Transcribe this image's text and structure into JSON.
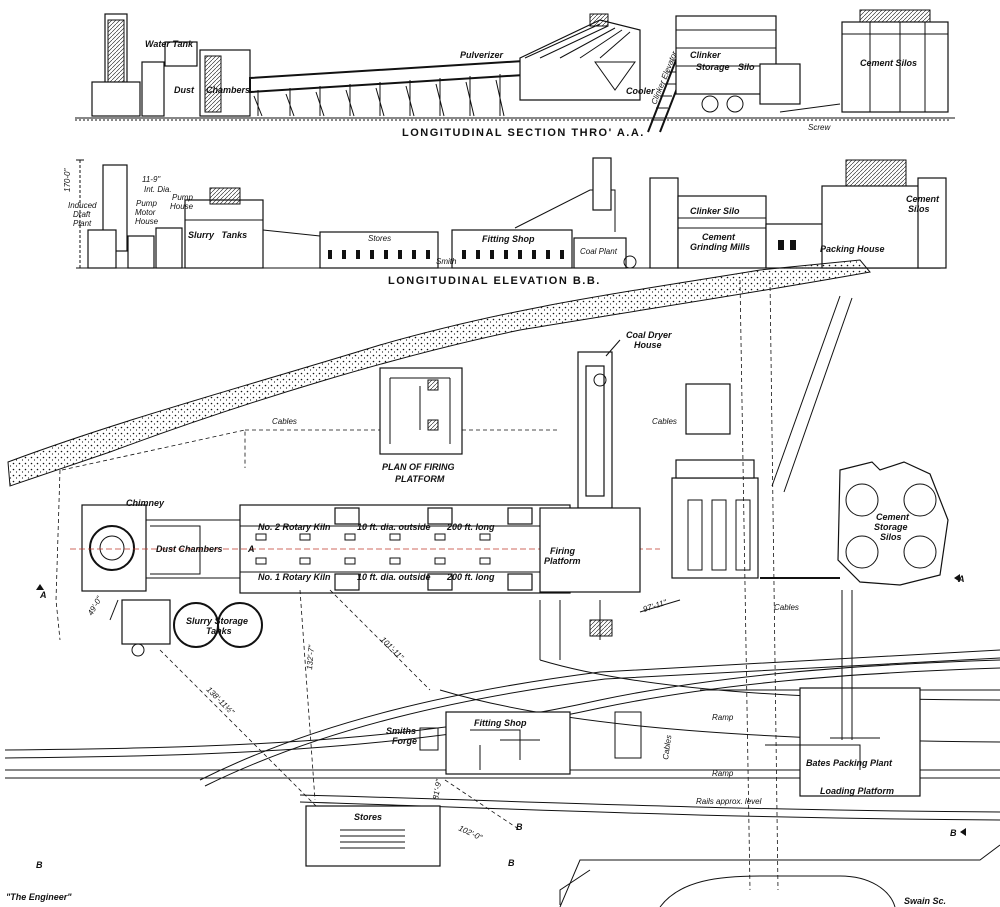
{
  "sections": {
    "longitudinal_section": {
      "title": "LONGITUDINAL SECTION THRO' A.A.",
      "labels": {
        "water_tank": "Water Tank",
        "dust_chambers_a": "Dust",
        "dust_chambers_b": "Chambers",
        "pulverizer": "Pulverizer",
        "cooler": "Cooler",
        "clinker_elevator": "Clinker Elevator",
        "clinker_storage": "Clinker",
        "clinker_storage_b": "Storage",
        "silo": "Silo",
        "cement_silos": "Cement Silos",
        "screw": "Screw"
      }
    },
    "longitudinal_elevation": {
      "title": "LONGITUDINAL ELEVATION B.B.",
      "labels": {
        "height": "170-0\"",
        "int_dia": "11-9\"",
        "int_dia_b": "Int. Dia.",
        "induced_draft": "Induced",
        "induced_draft_b": "Draft",
        "induced_draft_c": "Plant",
        "pump_motor": "Pump",
        "pump_motor_b": "Motor",
        "pump_motor_c": "House",
        "pump_house": "Pump",
        "pump_house_b": "House",
        "slurry_tanks": "Slurry   Tanks",
        "stores": "Stores",
        "fitting_shop": "Fitting Shop",
        "smiths": "Smith",
        "coal_plant": "Coal Plant",
        "clinker_silo": "Clinker Silo",
        "cement_grinding": "Cement",
        "cement_grinding_b": "Grinding Mills",
        "packing_house": "Packing House",
        "cement_silos": "Cement",
        "cement_silos_b": "Silos"
      }
    }
  },
  "plan": {
    "labels": {
      "cables_top": "Cables",
      "cables_mid": "Cables",
      "cables_right": "Cables",
      "cables_vert": "Cables",
      "coal_dryer": "Coal Dryer",
      "coal_dryer_b": "House",
      "firing_platform_title": "PLAN OF FIRING",
      "firing_platform_title_b": "PLATFORM",
      "chimney": "Chimney",
      "dust_chambers": "Dust Chambers",
      "kiln2": "No. 2 Rotary Kiln",
      "kiln2_dia": "10 ft. dia. outside",
      "kiln2_len": "200 ft. long",
      "kiln1": "No. 1 Rotary Kiln",
      "kiln1_dia": "10 ft. dia. outside",
      "kiln1_len": "200 ft. long",
      "firing": "Firing",
      "firing_b": "Platform",
      "cement_storage": "Cement",
      "cement_storage_b": "Storage",
      "cement_storage_c": "Silos",
      "slurry_storage": "Slurry Storage",
      "slurry_storage_b": "Tanks",
      "dim_49": "49'-0\"",
      "dim_101": "101'-11\"",
      "dim_132": "132'-7\"",
      "dim_138": "138'-11½\"",
      "dim_97": "97'-11\"",
      "dim_102": "102'-0\"",
      "dim_81": "81'-9\"",
      "smiths_forge": "Smiths",
      "smiths_forge_b": "Forge",
      "fitting_shop": "Fitting Shop",
      "stores": "Stores",
      "ramp_top": "Ramp",
      "ramp_bottom": "Ramp",
      "bates": "Bates Packing Plant",
      "loading": "Loading Platform",
      "rails": "Rails approx. level",
      "a_left": "A",
      "a_right": "A",
      "a_mid": "A",
      "b_bottom_left": "B",
      "b_bottom_mid": "B",
      "b_dim": "B",
      "b_right": "B"
    }
  },
  "credits": {
    "left": "\"The Engineer\"",
    "right": "Swain Sc."
  }
}
